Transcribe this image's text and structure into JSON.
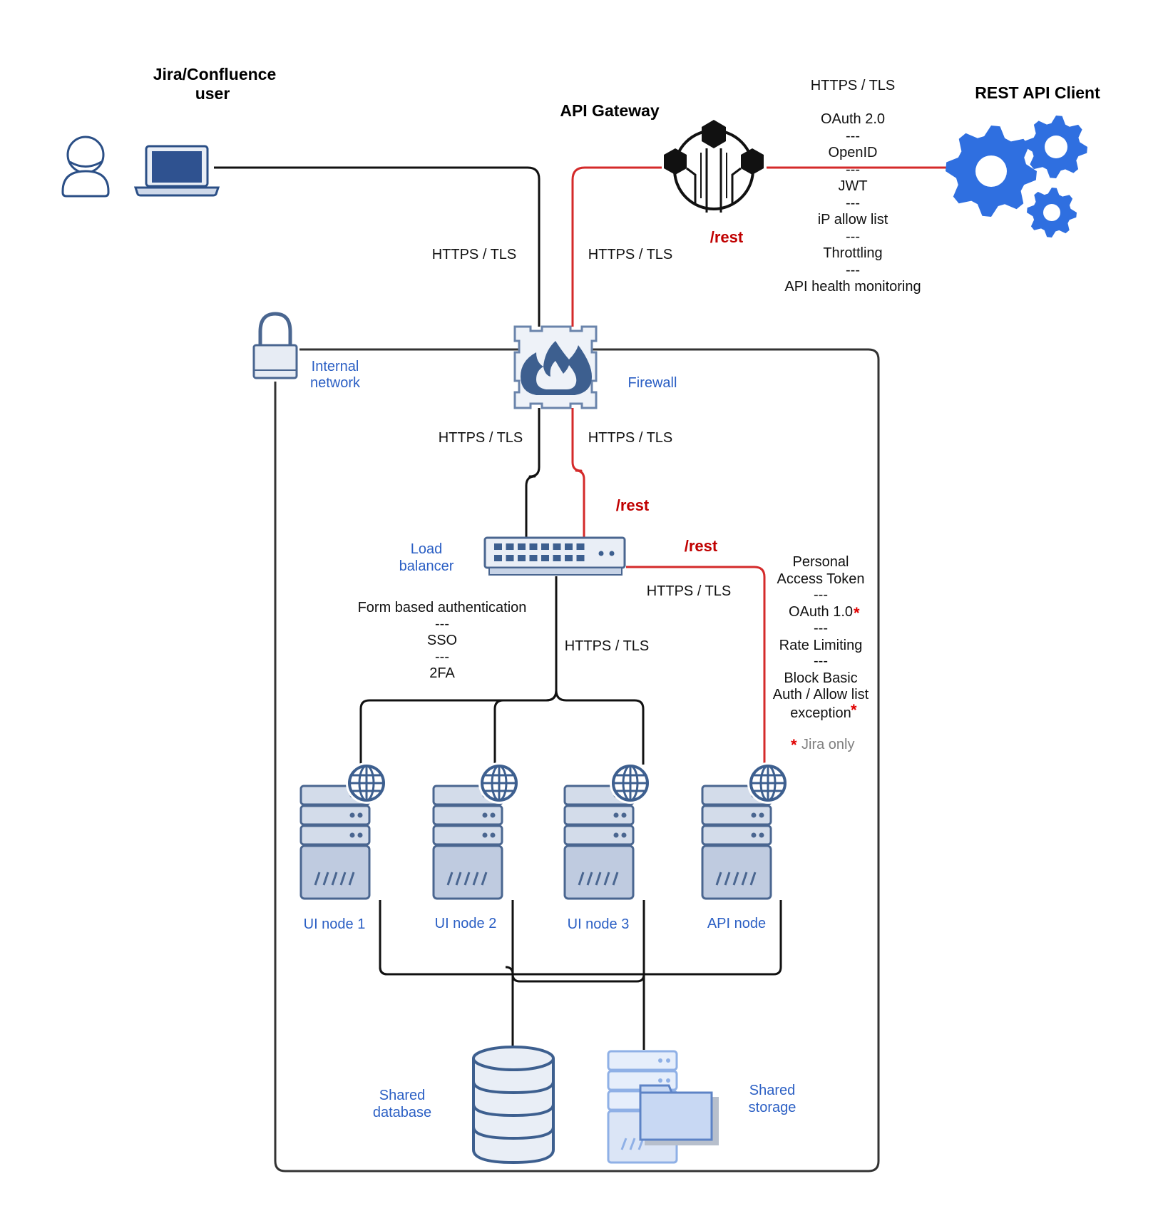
{
  "actors": {
    "user_title_line1": "Jira/Confluence",
    "user_title_line2": "user",
    "gateway_title": "API Gateway",
    "client_title": "REST API Client"
  },
  "gateway_security": {
    "protocol": "HTTPS / TLS",
    "items": [
      "OAuth 2.0",
      "---",
      "OpenID",
      "---",
      "JWT",
      "---",
      "iP allow list",
      "---",
      "Throttling",
      "---",
      "API health monitoring"
    ]
  },
  "connections": {
    "user_link": "HTTPS / TLS",
    "gateway_link": "HTTPS / TLS",
    "firewall_to_lb_left": "HTTPS / TLS",
    "firewall_to_lb_right": "HTTPS / TLS",
    "lb_to_api_node": "HTTPS / TLS",
    "lb_to_ui_nodes": "HTTPS / TLS",
    "rest_gateway": "/rest",
    "rest_firewall": "/rest",
    "rest_api_node": "/rest"
  },
  "components": {
    "internal_network_line1": "Internal",
    "internal_network_line2": "network",
    "firewall": "Firewall",
    "load_balancer_line1": "Load",
    "load_balancer_line2": "balancer",
    "ui_node_1": "UI node 1",
    "ui_node_2": "UI node 2",
    "ui_node_3": "UI node 3",
    "api_node": "API node",
    "shared_database_line1": "Shared",
    "shared_database_line2": "database",
    "shared_storage_line1": "Shared",
    "shared_storage_line2": "storage"
  },
  "ui_auth": [
    "Form based authentication",
    "---",
    "SSO",
    "---",
    "2FA"
  ],
  "api_auth": {
    "items": [
      "Personal",
      "Access Token",
      "---",
      "OAuth 1.0",
      "---",
      "Rate Limiting",
      "---",
      "Block Basic",
      "Auth / Allow list",
      "exception"
    ],
    "star": "*",
    "note": "Jira only"
  },
  "colors": {
    "label_blue": "#2b5fc4",
    "rest_red": "#c00000",
    "gear_blue": "#2f6fe0",
    "device_blue": "#3d5f8f"
  },
  "icons": [
    "user-icon",
    "laptop-icon",
    "api-gateway-icon",
    "gear-icon",
    "lock-icon",
    "firewall-icon",
    "load-balancer-icon",
    "server-icon",
    "globe-icon",
    "database-icon",
    "storage-icon",
    "folder-icon"
  ]
}
